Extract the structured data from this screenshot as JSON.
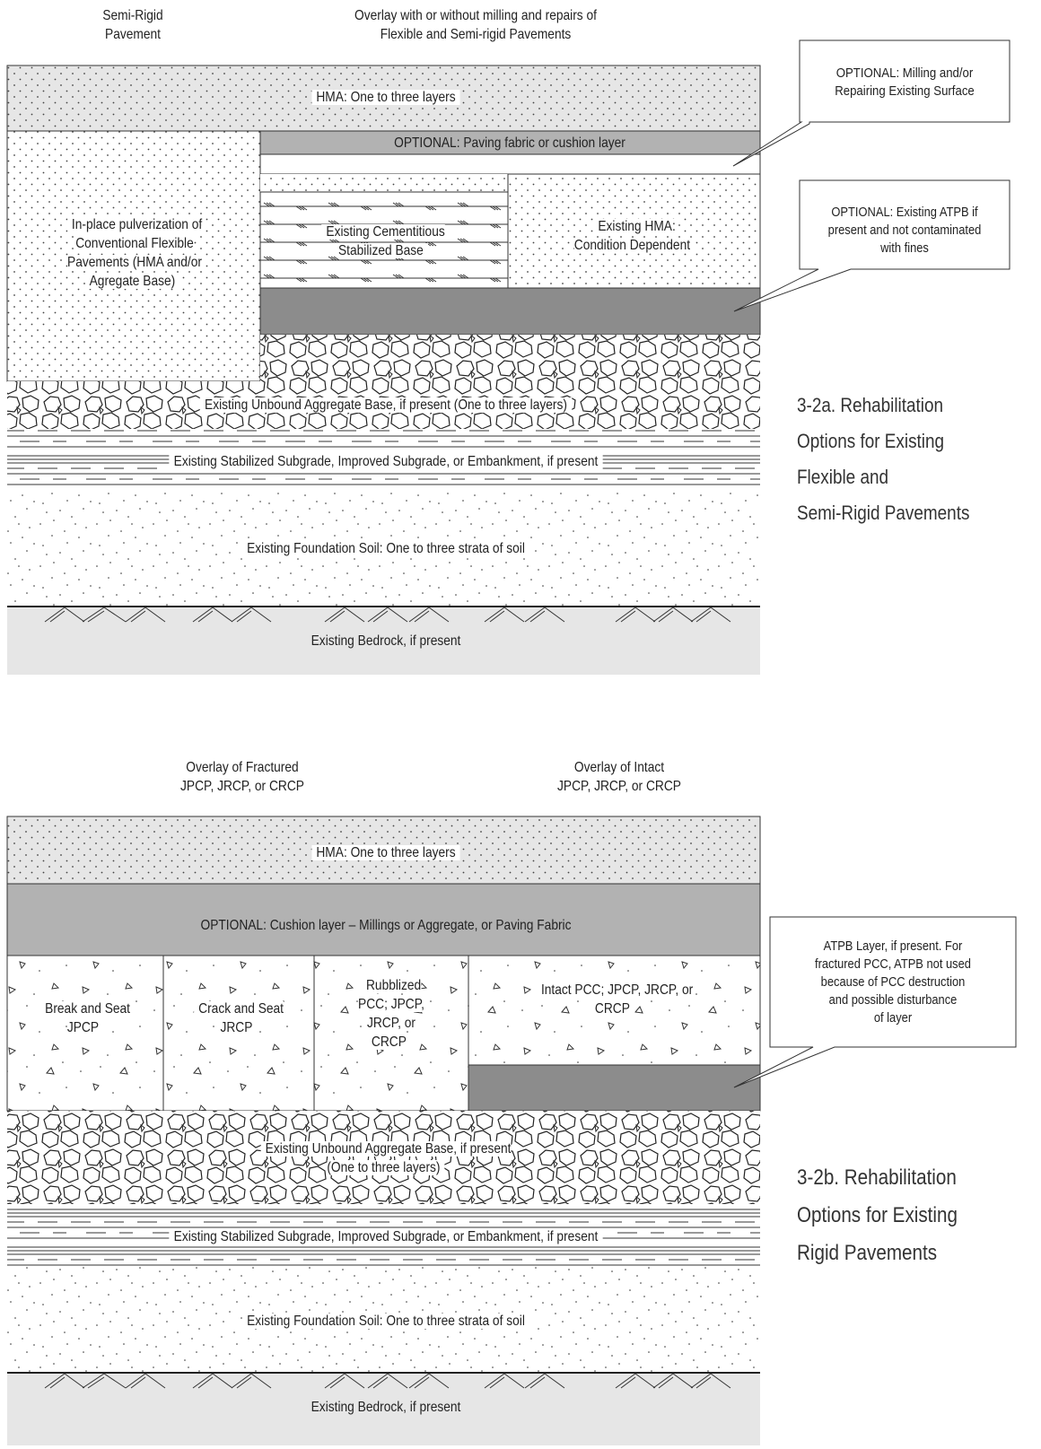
{
  "fig_a": {
    "header_left": "Semi-Rigid\nPavement",
    "header_right": "Overlay with or without milling and repairs of\nFlexible and Semi-rigid Pavements",
    "hma": "HMA: One to three layers",
    "paving_fabric": "OPTIONAL: Paving fabric or cushion layer",
    "pulverization": "In-place pulverization of\nConventional Flexible\nPavements (HMA and/or\nAgregate Base)",
    "cementitious": "Existing Cementitious\nStabilized Base",
    "existing_hma": "Existing HMA:\nCondition Dependent",
    "aggregate_base": "Existing Unbound Aggregate Base, if present (One to three layers)",
    "subgrade": "Existing Stabilized Subgrade, Improved Subgrade, or Embankment, if present",
    "soil": "Existing Foundation Soil: One to three strata of soil",
    "bedrock": "Existing Bedrock, if present",
    "callout_milling": "OPTIONAL: Milling and/or\nRepairing Existing Surface",
    "callout_atpb": "OPTIONAL: Existing ATPB if\npresent and not contaminated\nwith fines",
    "caption": "3-2a. Rehabilitation\nOptions for Existing\nFlexible and\nSemi-Rigid Pavements"
  },
  "fig_b": {
    "header_left": "Overlay of Fractured\nJPCP, JRCP, or CRCP",
    "header_right": "Overlay of Intact\nJPCP, JRCP, or CRCP",
    "hma": "HMA: One to three layers",
    "cushion": "OPTIONAL: Cushion layer – Millings or Aggregate, or Paving Fabric",
    "break_seat": "Break and Seat\nJPCP",
    "crack_seat": "Crack and Seat\nJRCP",
    "rubblized": "Rubblized\nPCC; JPCP,\nJRCP, or\nCRCP",
    "intact": "Intact PCC; JPCP, JRCP, or\nCRCP",
    "aggregate_base": "Existing Unbound Aggregate Base, if present\n(One to three layers)",
    "subgrade": "Existing Stabilized Subgrade, Improved Subgrade, or Embankment, if present",
    "soil": "Existing Foundation Soil: One to three strata of soil",
    "bedrock": "Existing Bedrock, if present",
    "callout_atpb": "ATPB Layer, if present. For\nfractured PCC, ATPB not used\nbecause of PCC destruction\nand possible disturbance\nof layer",
    "caption": "3-2b. Rehabilitation\nOptions for Existing\nRigid Pavements"
  }
}
